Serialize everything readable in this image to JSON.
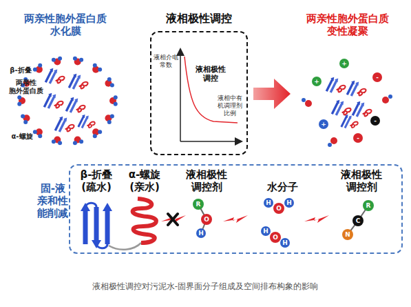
{
  "diagram": {
    "caption": "液相极性调控对污泥水-固界面分子组成及空间排布构象的影响",
    "nodes": [
      {
        "text": [
          "液相极性调控"
        ]
      },
      {
        "text": [
          "固-液 亲和性 能削减"
        ]
      }
    ],
    "labels": [
      "两亲性胞外蛋白质 水化膜",
      "β-折叠",
      "两亲性 胞外蛋白质",
      "α-螺旋",
      "液相介电 常数",
      "液相极性 调控",
      "液相中有 机调理剂 比例",
      "两亲性胞外蛋白质 变性凝聚",
      "β-折叠 (疏水)",
      "α-螺旋 (亲水)",
      "液相极性 调控剂",
      "水分子",
      "液相极性 调控剂",
      "R",
      "O",
      "H",
      "O",
      "H",
      "H",
      "O",
      "H",
      "H",
      "N",
      "C",
      "R",
      "+",
      "-",
      "+",
      "-",
      "+",
      "-"
    ]
  }
}
